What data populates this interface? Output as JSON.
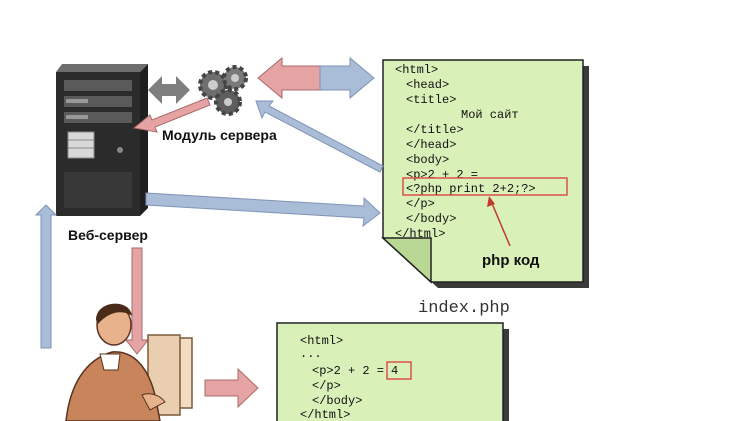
{
  "labels": {
    "server": "Веб-сервер",
    "module": "Модуль сервера",
    "php_code": "php код",
    "file_name": "index.php"
  },
  "source_doc": {
    "lines": [
      "<html>",
      "<head>",
      "<title>",
      "Мой сайт",
      "</title>",
      "</head>",
      "<body>",
      "<p>2 + 2 =",
      "<?php print 2+2;?>",
      "</p>",
      "</body>",
      "</html>"
    ]
  },
  "result_doc": {
    "lines": [
      "<html>",
      "...",
      "<p>2 + 2 = ",
      "4",
      "</p>",
      "</body>",
      "</html>"
    ]
  },
  "colors": {
    "paper": "#d9f0b8",
    "blue_arrow": "#aabdd8",
    "red_arrow": "#e5a3a3",
    "highlight_box": "#d9534f",
    "server_dark": "#2b2b2b"
  }
}
